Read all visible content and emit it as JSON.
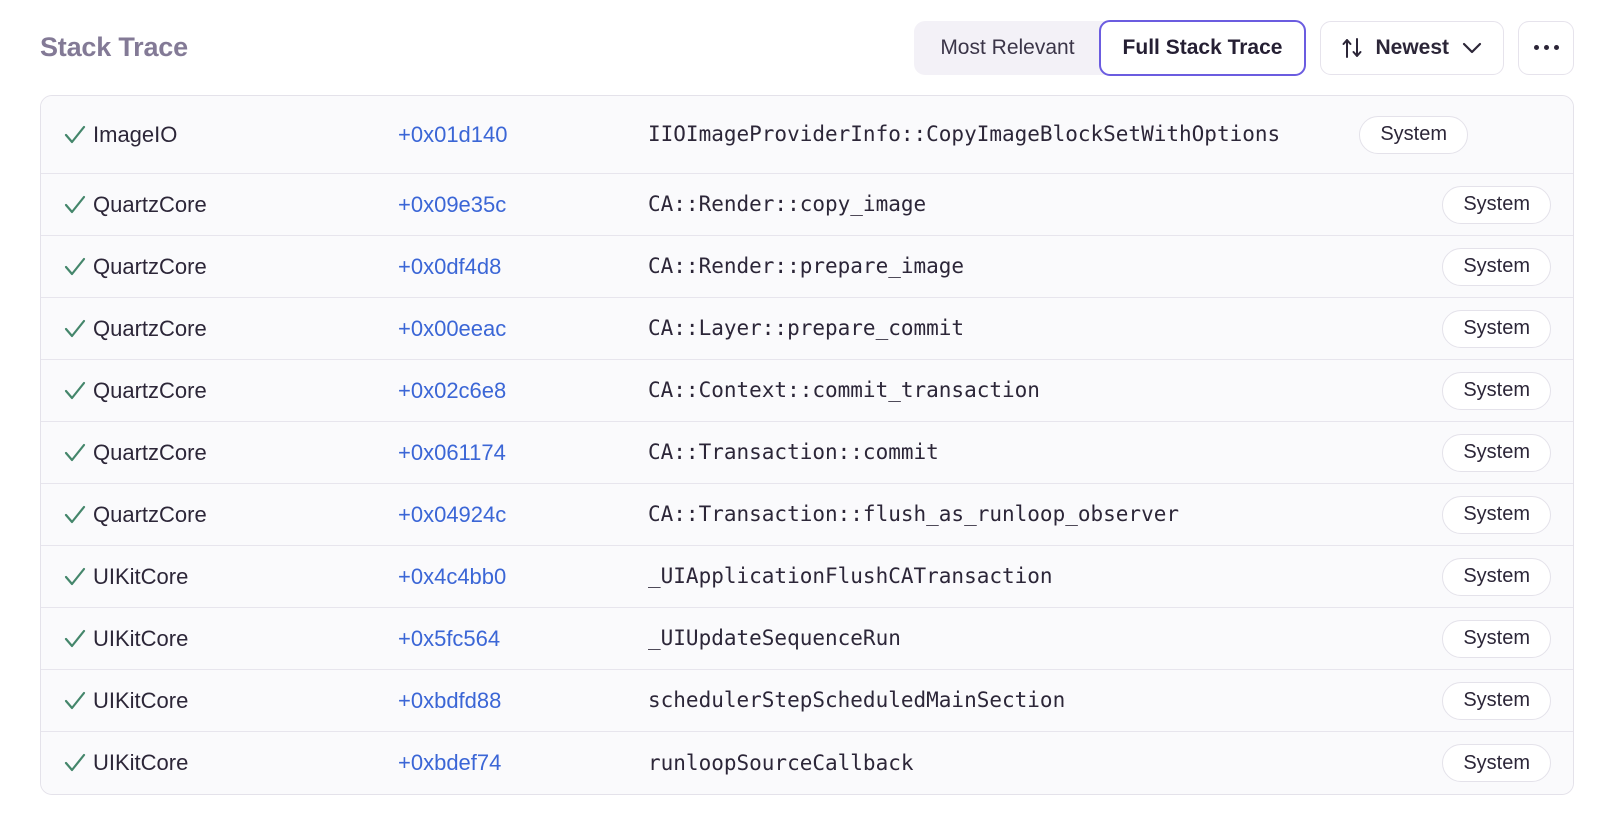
{
  "header": {
    "title": "Stack Trace",
    "segmented": {
      "options": [
        {
          "label": "Most Relevant",
          "selected": false
        },
        {
          "label": "Full Stack Trace",
          "selected": true
        }
      ]
    },
    "sort": {
      "icon": "sort-arrows-icon",
      "label": "Newest",
      "chevron": "chevron-down-icon"
    },
    "more": {
      "icon": "ellipsis-icon",
      "label": "..."
    }
  },
  "colors": {
    "title": "#837a96",
    "accent_purple": "#6b5ce0",
    "offset_blue": "#3b66d6",
    "check_green": "#44866b",
    "row_bg": "#fafafc",
    "border": "#e4e2ea",
    "segmented_bg": "#f3f1f7"
  },
  "stack_frames": [
    {
      "checked": true,
      "module": "ImageIO",
      "offset": "+0x01d140",
      "function": "IIOImageProviderInfo::CopyImageBlockSetWithOptions",
      "badge": "System"
    },
    {
      "checked": true,
      "module": "QuartzCore",
      "offset": "+0x09e35c",
      "function": "CA::Render::copy_image",
      "badge": "System"
    },
    {
      "checked": true,
      "module": "QuartzCore",
      "offset": "+0x0df4d8",
      "function": "CA::Render::prepare_image",
      "badge": "System"
    },
    {
      "checked": true,
      "module": "QuartzCore",
      "offset": "+0x00eeac",
      "function": "CA::Layer::prepare_commit",
      "badge": "System"
    },
    {
      "checked": true,
      "module": "QuartzCore",
      "offset": "+0x02c6e8",
      "function": "CA::Context::commit_transaction",
      "badge": "System"
    },
    {
      "checked": true,
      "module": "QuartzCore",
      "offset": "+0x061174",
      "function": "CA::Transaction::commit",
      "badge": "System"
    },
    {
      "checked": true,
      "module": "QuartzCore",
      "offset": "+0x04924c",
      "function": "CA::Transaction::flush_as_runloop_observer",
      "badge": "System"
    },
    {
      "checked": true,
      "module": "UIKitCore",
      "offset": "+0x4c4bb0",
      "function": "_UIApplicationFlushCATransaction",
      "badge": "System"
    },
    {
      "checked": true,
      "module": "UIKitCore",
      "offset": "+0x5fc564",
      "function": "_UIUpdateSequenceRun",
      "badge": "System"
    },
    {
      "checked": true,
      "module": "UIKitCore",
      "offset": "+0xbdfd88",
      "function": "schedulerStepScheduledMainSection",
      "badge": "System"
    },
    {
      "checked": true,
      "module": "UIKitCore",
      "offset": "+0xbdef74",
      "function": "runloopSourceCallback",
      "badge": "System"
    }
  ]
}
